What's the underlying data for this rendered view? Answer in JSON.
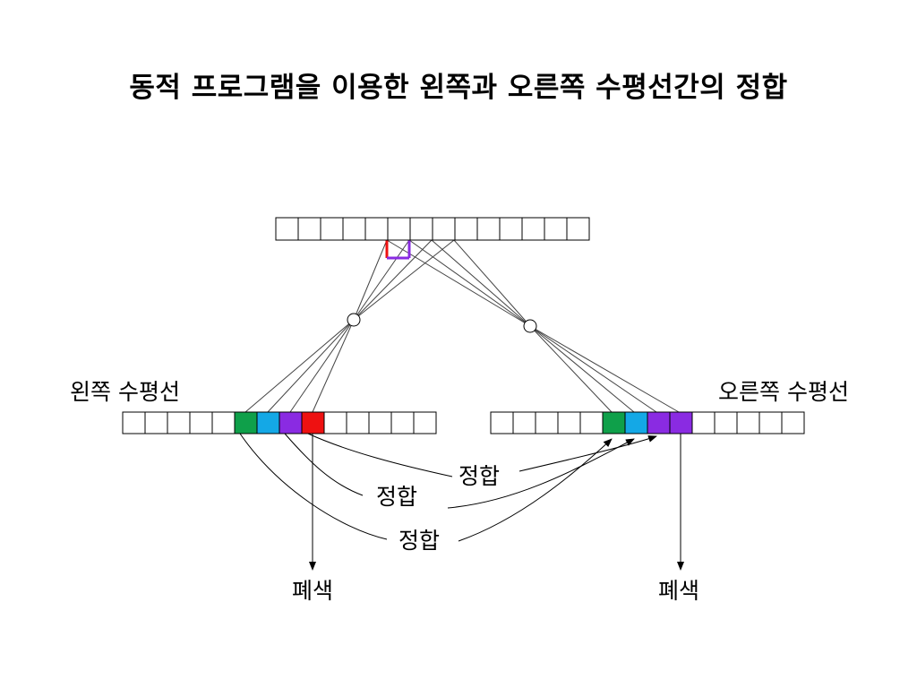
{
  "title": "동적 프로그램을 이용한 왼쪽과 오른쪽 수평선간의 정합",
  "labels": {
    "left_scanline": "왼쪽 수평선",
    "right_scanline": "오른쪽 수평선",
    "match_1": "정합",
    "match_2": "정합",
    "match_3": "정합",
    "occlusion_left": "폐색",
    "occlusion_right": "폐색"
  },
  "colors": {
    "green": "#0fa04a",
    "cyan": "#14a8e6",
    "purple": "#8a2be2",
    "red": "#ee1111"
  },
  "top_strip": {
    "cells": 14
  },
  "left_strip": {
    "cells": 14,
    "highlighted": [
      {
        "index": 5,
        "color": "green"
      },
      {
        "index": 6,
        "color": "cyan"
      },
      {
        "index": 7,
        "color": "purple"
      },
      {
        "index": 8,
        "color": "red"
      }
    ]
  },
  "right_strip": {
    "cells": 14,
    "highlighted": [
      {
        "index": 5,
        "color": "green"
      },
      {
        "index": 6,
        "color": "cyan"
      },
      {
        "index": 7,
        "color": "purple"
      },
      {
        "index": 8,
        "color": "purple"
      }
    ]
  }
}
